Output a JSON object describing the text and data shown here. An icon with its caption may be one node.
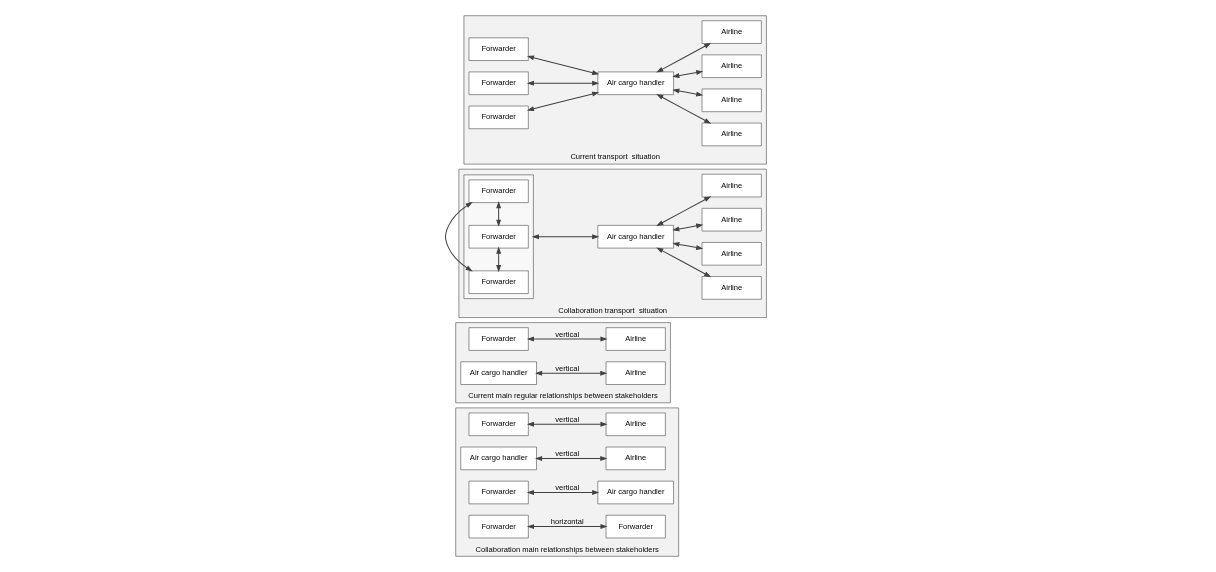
{
  "diagram": {
    "nodes": [
      {
        "text": [
          "Current transport  situation"
        ]
      },
      {
        "text": [
          "Forwarder"
        ],
        "in": 0
      },
      {
        "text": [
          "Forwarder"
        ],
        "in": 0
      },
      {
        "text": [
          "Forwarder"
        ],
        "in": 0
      },
      {
        "text": [
          "Air cargo handler"
        ],
        "in": 0
      },
      {
        "text": [
          "Airline"
        ],
        "in": 0
      },
      {
        "text": [
          "Airline"
        ],
        "in": 0
      },
      {
        "text": [
          "Airline"
        ],
        "in": 0
      },
      {
        "text": [
          "Airline"
        ],
        "in": 0
      },
      {
        "text": [
          "Collaboration transport  situation"
        ]
      },
      {
        "text": [],
        "shape": "box",
        "in": 9
      },
      {
        "text": [
          "Forwarder"
        ],
        "in": 10
      },
      {
        "text": [
          "Forwarder"
        ],
        "in": 10
      },
      {
        "text": [
          "Forwarder"
        ],
        "in": 10
      },
      {
        "text": [
          "Air cargo handler"
        ],
        "in": 9
      },
      {
        "text": [
          "Airline"
        ],
        "in": 9
      },
      {
        "text": [
          "Airline"
        ],
        "in": 9
      },
      {
        "text": [
          "Airline"
        ],
        "in": 9
      },
      {
        "text": [
          "Airline"
        ],
        "in": 9
      },
      {
        "text": [
          "Current main regular relationships between stakeholders"
        ]
      },
      {
        "text": [
          "Forwarder"
        ],
        "in": 19
      },
      {
        "text": [
          "Airline"
        ],
        "in": 19
      },
      {
        "text": [
          "Air cargo handler"
        ],
        "in": 19
      },
      {
        "text": [
          "Airline"
        ],
        "in": 19
      },
      {
        "text": [
          "Collaboration main relationships between stakeholders"
        ]
      },
      {
        "text": [
          "Forwarder"
        ],
        "in": 24
      },
      {
        "text": [
          "Airline"
        ],
        "in": 24
      },
      {
        "text": [
          "Air cargo handler"
        ],
        "in": 24
      },
      {
        "text": [
          "Airline"
        ],
        "in": 24
      },
      {
        "text": [
          "Forwarder"
        ],
        "in": 24
      },
      {
        "text": [
          "Air cargo handler"
        ],
        "in": 24
      },
      {
        "text": [
          "Forwarder"
        ],
        "in": 24
      },
      {
        "text": [
          "Forwarder"
        ],
        "in": 24
      }
    ],
    "edges": [
      {
        "from": 1,
        "to": 4,
        "arrow": "both"
      },
      {
        "from": 2,
        "to": 4,
        "arrow": "both"
      },
      {
        "from": 3,
        "to": 4,
        "arrow": "both"
      },
      {
        "from": 4,
        "to": 5,
        "arrow": "both"
      },
      {
        "from": 4,
        "to": 6,
        "arrow": "both"
      },
      {
        "from": 4,
        "to": 7,
        "arrow": "both"
      },
      {
        "from": 4,
        "to": 8,
        "arrow": "both"
      },
      {
        "from": 11,
        "to": 12,
        "arrow": "both"
      },
      {
        "from": 12,
        "to": 13,
        "arrow": "both"
      },
      {
        "from": 13,
        "to": 11,
        "arrow": "both"
      },
      {
        "from": 10,
        "to": 14,
        "arrow": "both"
      },
      {
        "from": 14,
        "to": 15,
        "arrow": "both"
      },
      {
        "from": 14,
        "to": 16,
        "arrow": "both"
      },
      {
        "from": 14,
        "to": 17,
        "arrow": "both"
      },
      {
        "from": 14,
        "to": 18,
        "arrow": "both"
      },
      {
        "from": 20,
        "to": 21,
        "arrow": "both",
        "label": "vertical"
      },
      {
        "from": 22,
        "to": 23,
        "arrow": "both",
        "label": "vertical"
      },
      {
        "from": 25,
        "to": 26,
        "arrow": "both",
        "label": "vertical"
      },
      {
        "from": 27,
        "to": 28,
        "arrow": "both",
        "label": "vertical"
      },
      {
        "from": 29,
        "to": 30,
        "arrow": "both",
        "label": "vertical"
      },
      {
        "from": 31,
        "to": 32,
        "arrow": "both",
        "label": "horizontal"
      }
    ]
  }
}
